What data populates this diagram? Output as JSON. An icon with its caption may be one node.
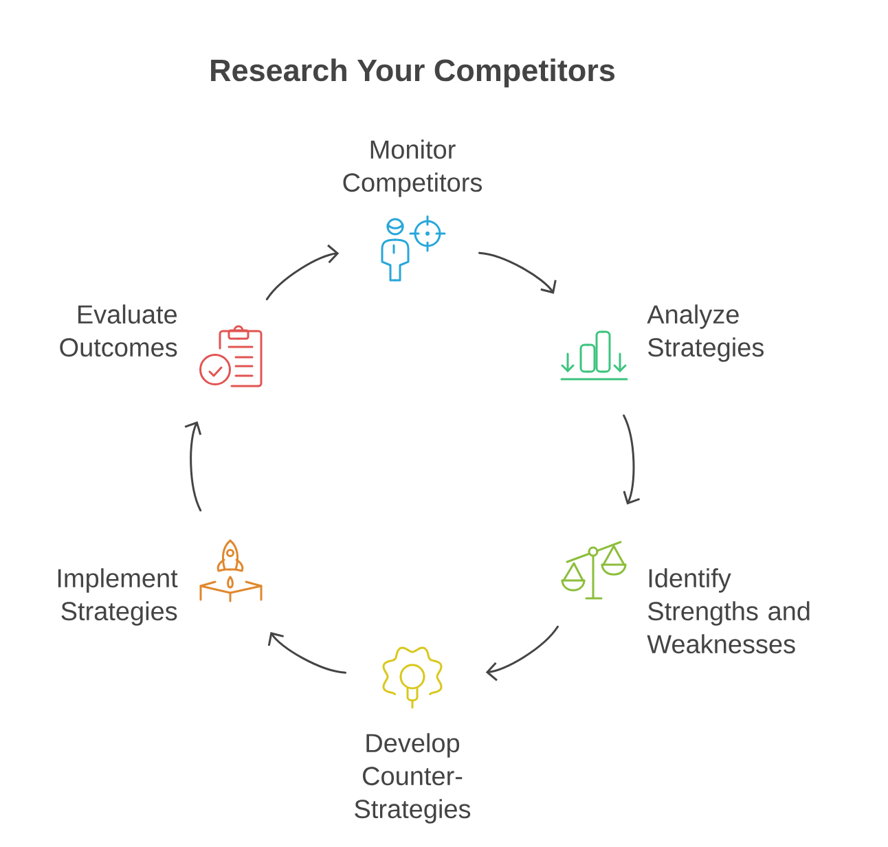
{
  "diagram": {
    "title": "Research Your Competitors",
    "nodes": [
      {
        "text": [
          "Monitor Competitors"
        ]
      },
      {
        "text": [
          "Analyze Strategies"
        ]
      },
      {
        "text": [
          "Identify Strengths and Weaknesses"
        ]
      },
      {
        "text": [
          "Develop Counter-Strategies"
        ]
      },
      {
        "text": [
          "Implement Strategies"
        ]
      },
      {
        "text": [
          "Evaluate Outcomes"
        ]
      }
    ],
    "edges": [
      {
        "from": 0,
        "to": 1,
        "arrow": "to"
      },
      {
        "from": 1,
        "to": 2,
        "arrow": "to"
      },
      {
        "from": 2,
        "to": 3,
        "arrow": "to"
      },
      {
        "from": 3,
        "to": 4,
        "arrow": "to"
      },
      {
        "from": 4,
        "to": 5,
        "arrow": "to"
      },
      {
        "from": 5,
        "to": 0,
        "arrow": "to"
      }
    ]
  }
}
